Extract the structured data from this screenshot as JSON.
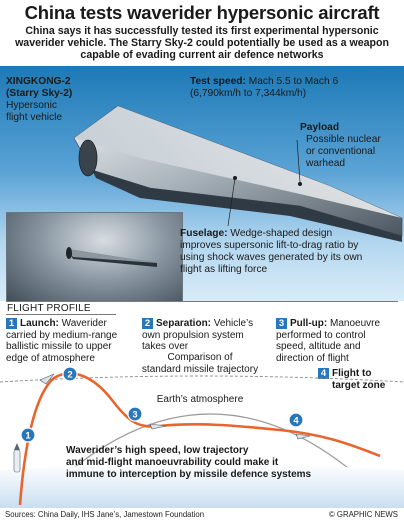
{
  "title": "China tests waverider hypersonic aircraft",
  "subtitle": "China says it has successfully tested its first experimental hypersonic waverider vehicle. The Starry Sky-2 could potentially be used as a weapon capable of evading current air defence networks",
  "vehicle": {
    "name": "XINGKONG-2",
    "alias": "(Starry Sky-2)",
    "type_line1": "Hypersonic",
    "type_line2": "flight vehicle"
  },
  "speed": {
    "label": "Test speed:",
    "value": "Mach 5.5 to Mach 6",
    "detail": "(6,790km/h to 7,344km/h)"
  },
  "payload": {
    "label": "Payload",
    "line1": "Possible nuclear",
    "line2": "or conventional",
    "line3": "warhead"
  },
  "fuselage": {
    "label": "Fuselage:",
    "line1": "Wedge-shaped design",
    "line2": "improves supersonic lift-to-drag ratio by",
    "line3": "using shock waves generated by its own",
    "line4": "flight as lifting force"
  },
  "flight_profile": {
    "title": "FLIGHT PROFILE",
    "steps": [
      {
        "num": "1",
        "label": "Launch:",
        "lines": [
          "Waverider",
          "carried by medium-range",
          "ballistic missile to upper",
          "edge of atmosphere"
        ]
      },
      {
        "num": "2",
        "label": "Separation:",
        "lines": [
          "Vehicle’s",
          "own propulsion system",
          "takes over"
        ]
      },
      {
        "num": "3",
        "label": "Pull-up:",
        "lines": [
          "Manoeuvre",
          "performed to control",
          "speed, altitude and",
          "direction of flight"
        ]
      },
      {
        "num": "4",
        "label": "Flight to",
        "lines": [
          "target zone"
        ]
      }
    ]
  },
  "diagram": {
    "comparison_line1": "Comparison of",
    "comparison_line2": "standard missile trajectory",
    "atmosphere": "Earth’s atmosphere",
    "note_line1": "Waverider’s high speed, low trajectory",
    "note_line2": "and mid-flight manoeuvrability could make it",
    "note_line3": "immune to interception by missile defence systems",
    "markers": [
      "1",
      "2",
      "3",
      "4"
    ]
  },
  "sources": "Sources: China Daily, IHS Jane’s, Jamestown Foundation",
  "credit": "© GRAPHIC NEWS",
  "colors": {
    "accent_blue": "#2677bb",
    "trajectory_orange": "#e8662e",
    "sky_top": "#1d79b6"
  }
}
